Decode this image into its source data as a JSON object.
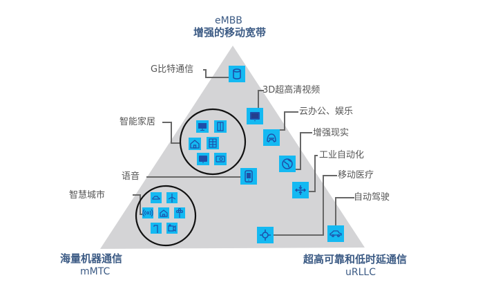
{
  "colors": {
    "triangle": "#d4d4d6",
    "icon_bg": "#14b9f2",
    "icon_glyph": "#1f4fa8",
    "leader": "#666666",
    "title": "#3b5a84"
  },
  "corners": {
    "top": {
      "en": "eMBB",
      "cn": "增强的移动宽带"
    },
    "left": {
      "cn": "海量机器通信",
      "en": "mMTC"
    },
    "right": {
      "cn": "超高可靠和低时延通信",
      "en": "uRLLC"
    }
  },
  "labels": {
    "gbps": "G比特通信",
    "video3d": "3D超高清视频",
    "cloud": "云办公、娱乐",
    "ar": "增强现实",
    "industry": "工业自动化",
    "medical": "移动医疗",
    "driving": "自动驾驶",
    "smarthome": "智能家居",
    "voice": "语音",
    "smartcity": "智慧城市"
  },
  "icons": {
    "gbps": "database-icon",
    "video3d": "monitor-icon",
    "cloud": "gamepad-icon",
    "ar": "globe-icon",
    "industry": "arrows-converge-icon",
    "medical": "crosshair-icon",
    "driving": "car-icon",
    "voice": "phone-icon",
    "smarthome": [
      "tv-icon",
      "door-icon",
      "home-icon",
      "panel-icon",
      "monitor-icon",
      "camera-icon"
    ],
    "smartcity": [
      "car-icon",
      "windmill-icon",
      "signal-icon",
      "home-icon",
      "flower-icon",
      "streetlight-icon",
      "video-icon"
    ]
  }
}
